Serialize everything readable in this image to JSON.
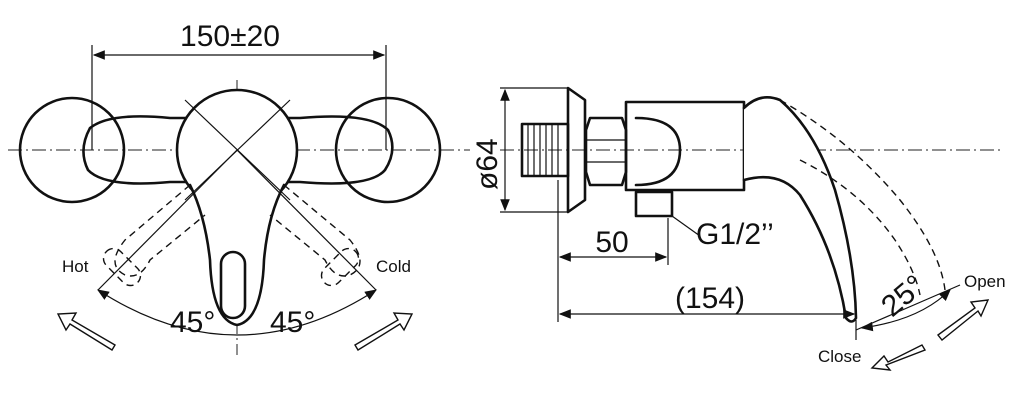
{
  "front_view": {
    "width_dimension": "150±20",
    "hot_label": "Hot",
    "cold_label": "Cold",
    "angle_left": "45°",
    "angle_right": "45°"
  },
  "side_view": {
    "diameter_dimension": "ø64",
    "offset_dimension": "50",
    "thread_label": "G1/2’’",
    "length_dimension": "(154)",
    "angle": "25°",
    "open_label": "Open",
    "close_label": "Close"
  }
}
